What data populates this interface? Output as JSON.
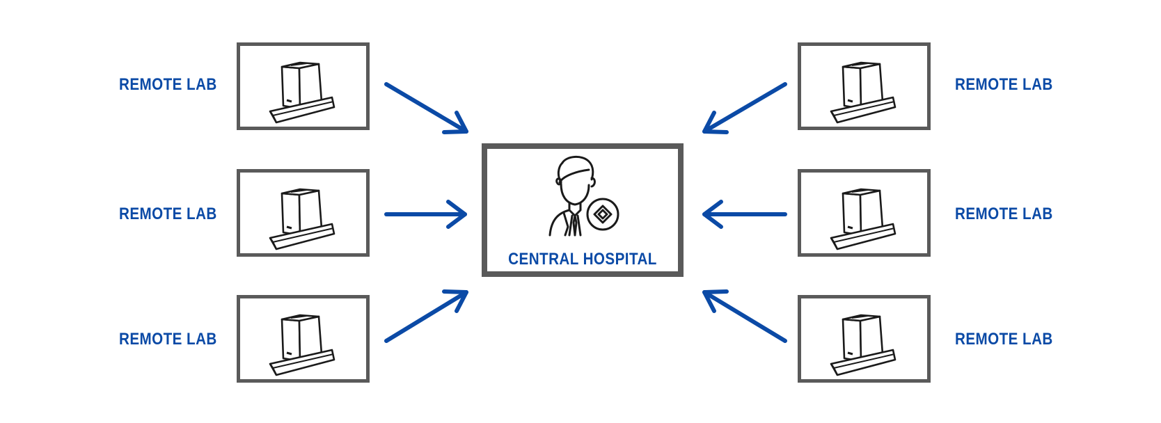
{
  "hub": {
    "title": "CENTRAL HOSPITAL",
    "icon": "doctor-with-badge-icon"
  },
  "remote_labs": {
    "left": [
      {
        "label": "REMOTE LAB",
        "icon": "lab-equipment-icon"
      },
      {
        "label": "REMOTE LAB",
        "icon": "lab-equipment-icon"
      },
      {
        "label": "REMOTE LAB",
        "icon": "lab-equipment-icon"
      }
    ],
    "right": [
      {
        "label": "REMOTE LAB",
        "icon": "lab-equipment-icon"
      },
      {
        "label": "REMOTE LAB",
        "icon": "lab-equipment-icon"
      },
      {
        "label": "REMOTE LAB",
        "icon": "lab-equipment-icon"
      }
    ]
  },
  "colors": {
    "accent": "#0b4aa6",
    "border": "#5a5a5a",
    "icon_stroke": "#1a1a1a"
  }
}
